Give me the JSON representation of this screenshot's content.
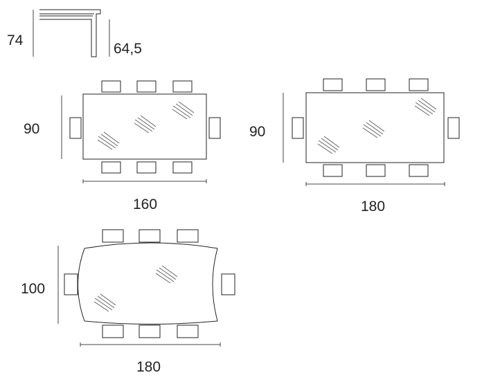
{
  "side_profile": {
    "height_label": "74",
    "inner_height_label": "64,5"
  },
  "tables": [
    {
      "width_label": "160",
      "depth_label": "90",
      "shape": "rectangle"
    },
    {
      "width_label": "180",
      "depth_label": "90",
      "shape": "rectangle"
    },
    {
      "width_label": "180",
      "depth_label": "100",
      "shape": "barrel"
    }
  ]
}
